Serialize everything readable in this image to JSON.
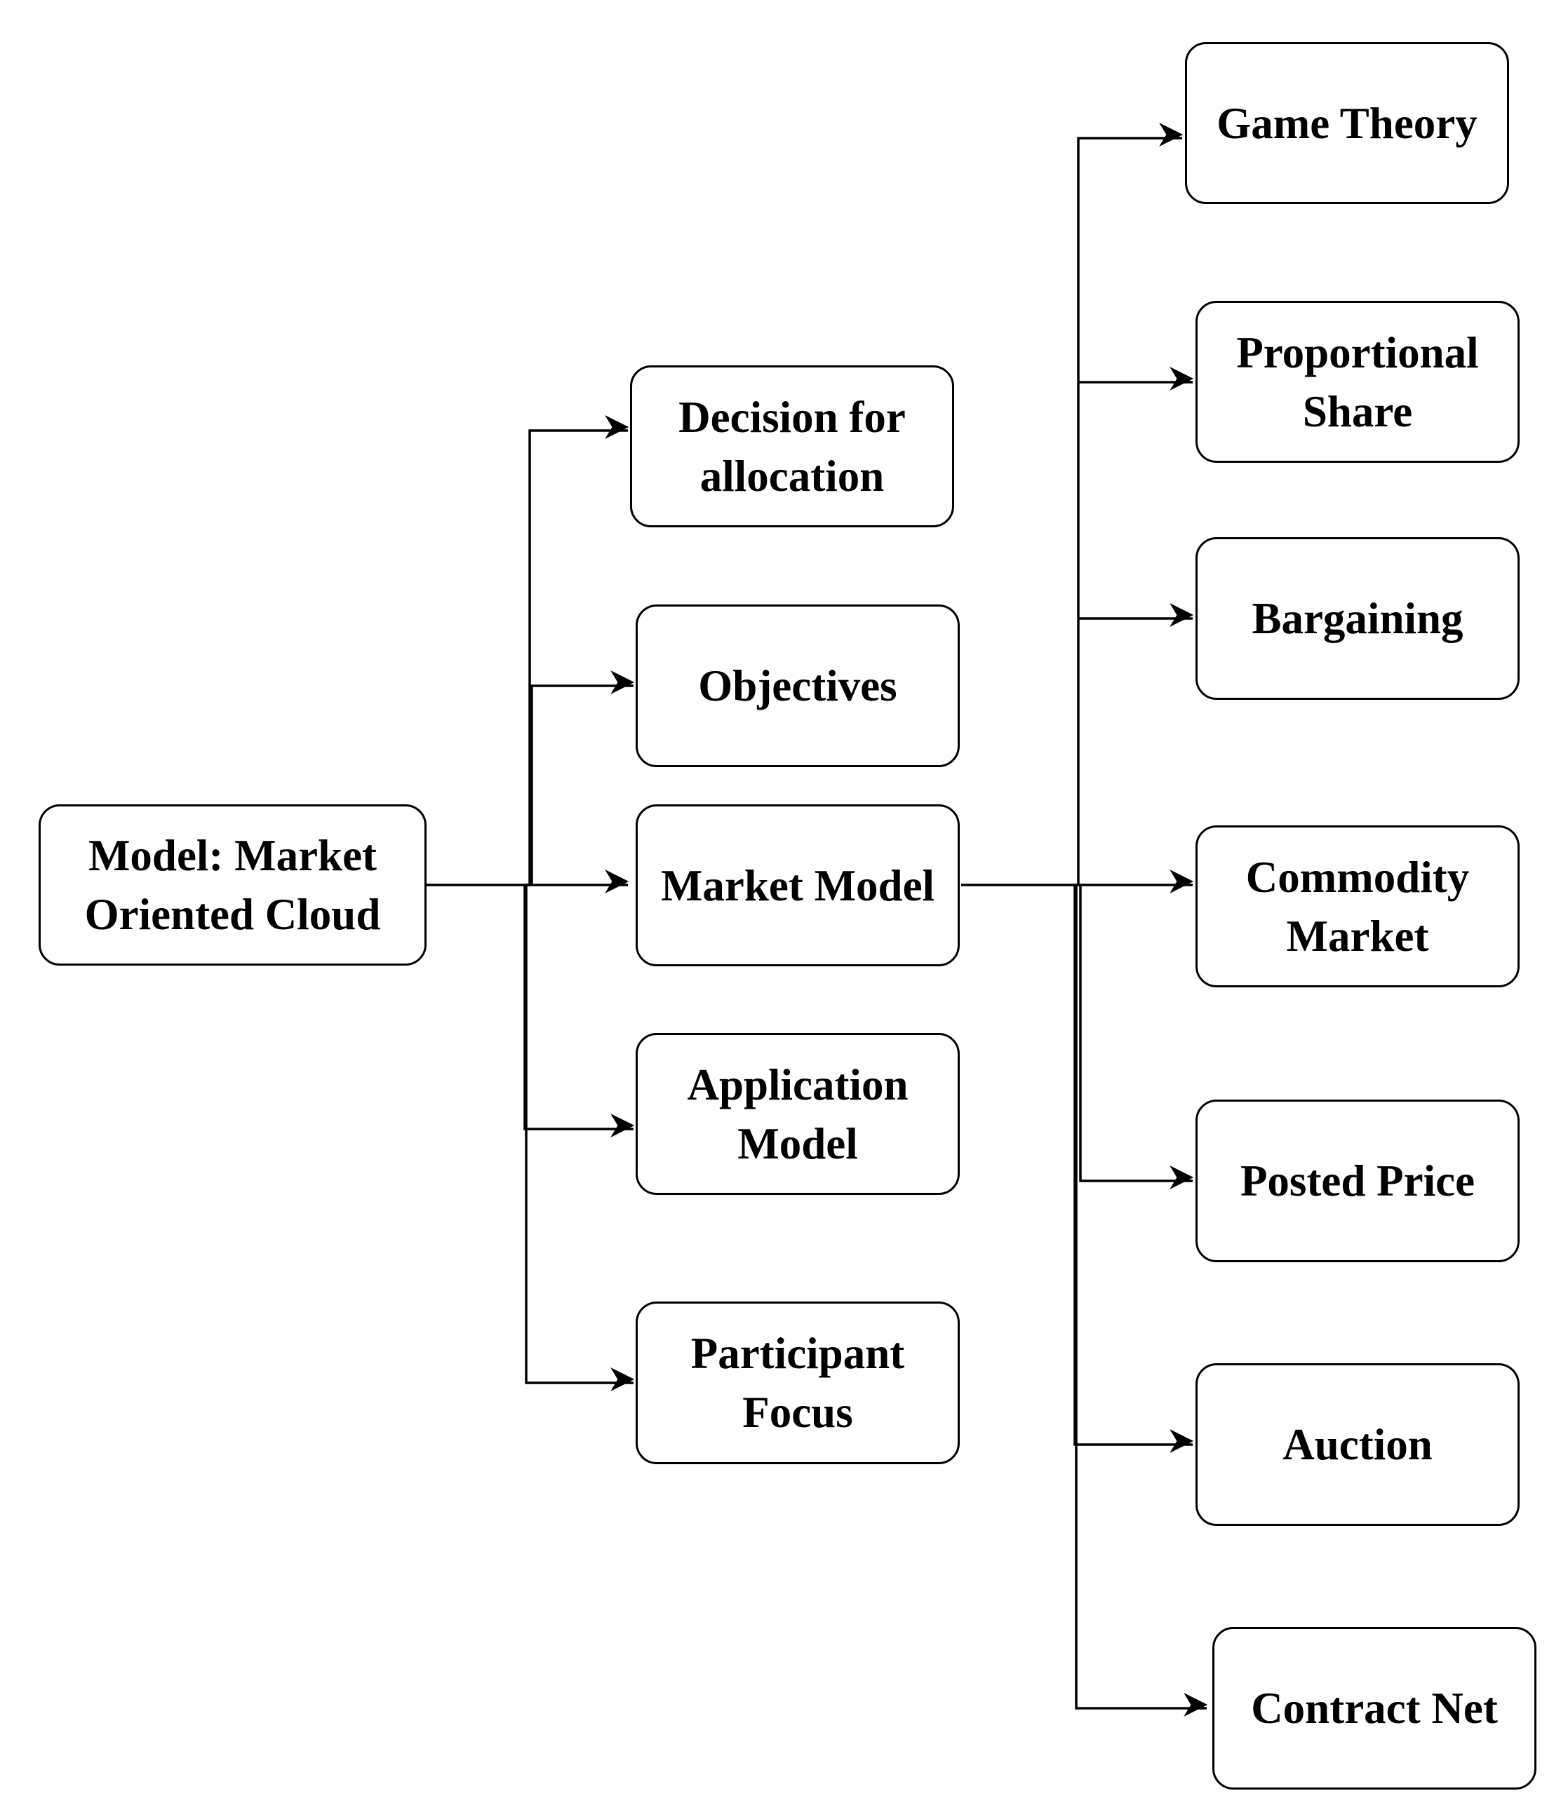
{
  "colors": {
    "line": "#000000",
    "box_border": "#000000",
    "box_fill": "#ffffff",
    "text": "#000000"
  },
  "nodes": {
    "root": {
      "label": "Model: Market\nOriented Cloud"
    },
    "decision": {
      "label": "Decision for\nallocation"
    },
    "objectives": {
      "label": "Objectives"
    },
    "market_model": {
      "label": "Market Model"
    },
    "application_model": {
      "label": "Application\nModel"
    },
    "participant_focus": {
      "label": "Participant\nFocus"
    },
    "game_theory": {
      "label": "Game Theory"
    },
    "proportional_share": {
      "label": "Proportional\nShare"
    },
    "bargaining": {
      "label": "Bargaining"
    },
    "commodity_market": {
      "label": "Commodity\nMarket"
    },
    "posted_price": {
      "label": "Posted Price"
    },
    "auction": {
      "label": "Auction"
    },
    "contract_net": {
      "label": "Contract Net"
    }
  },
  "edges": [
    {
      "from": "root",
      "to": "decision"
    },
    {
      "from": "root",
      "to": "objectives"
    },
    {
      "from": "root",
      "to": "market_model"
    },
    {
      "from": "root",
      "to": "application_model"
    },
    {
      "from": "root",
      "to": "participant_focus"
    },
    {
      "from": "market_model",
      "to": "game_theory"
    },
    {
      "from": "market_model",
      "to": "proportional_share"
    },
    {
      "from": "market_model",
      "to": "bargaining"
    },
    {
      "from": "market_model",
      "to": "commodity_market"
    },
    {
      "from": "market_model",
      "to": "posted_price"
    },
    {
      "from": "market_model",
      "to": "auction"
    },
    {
      "from": "market_model",
      "to": "contract_net"
    }
  ]
}
